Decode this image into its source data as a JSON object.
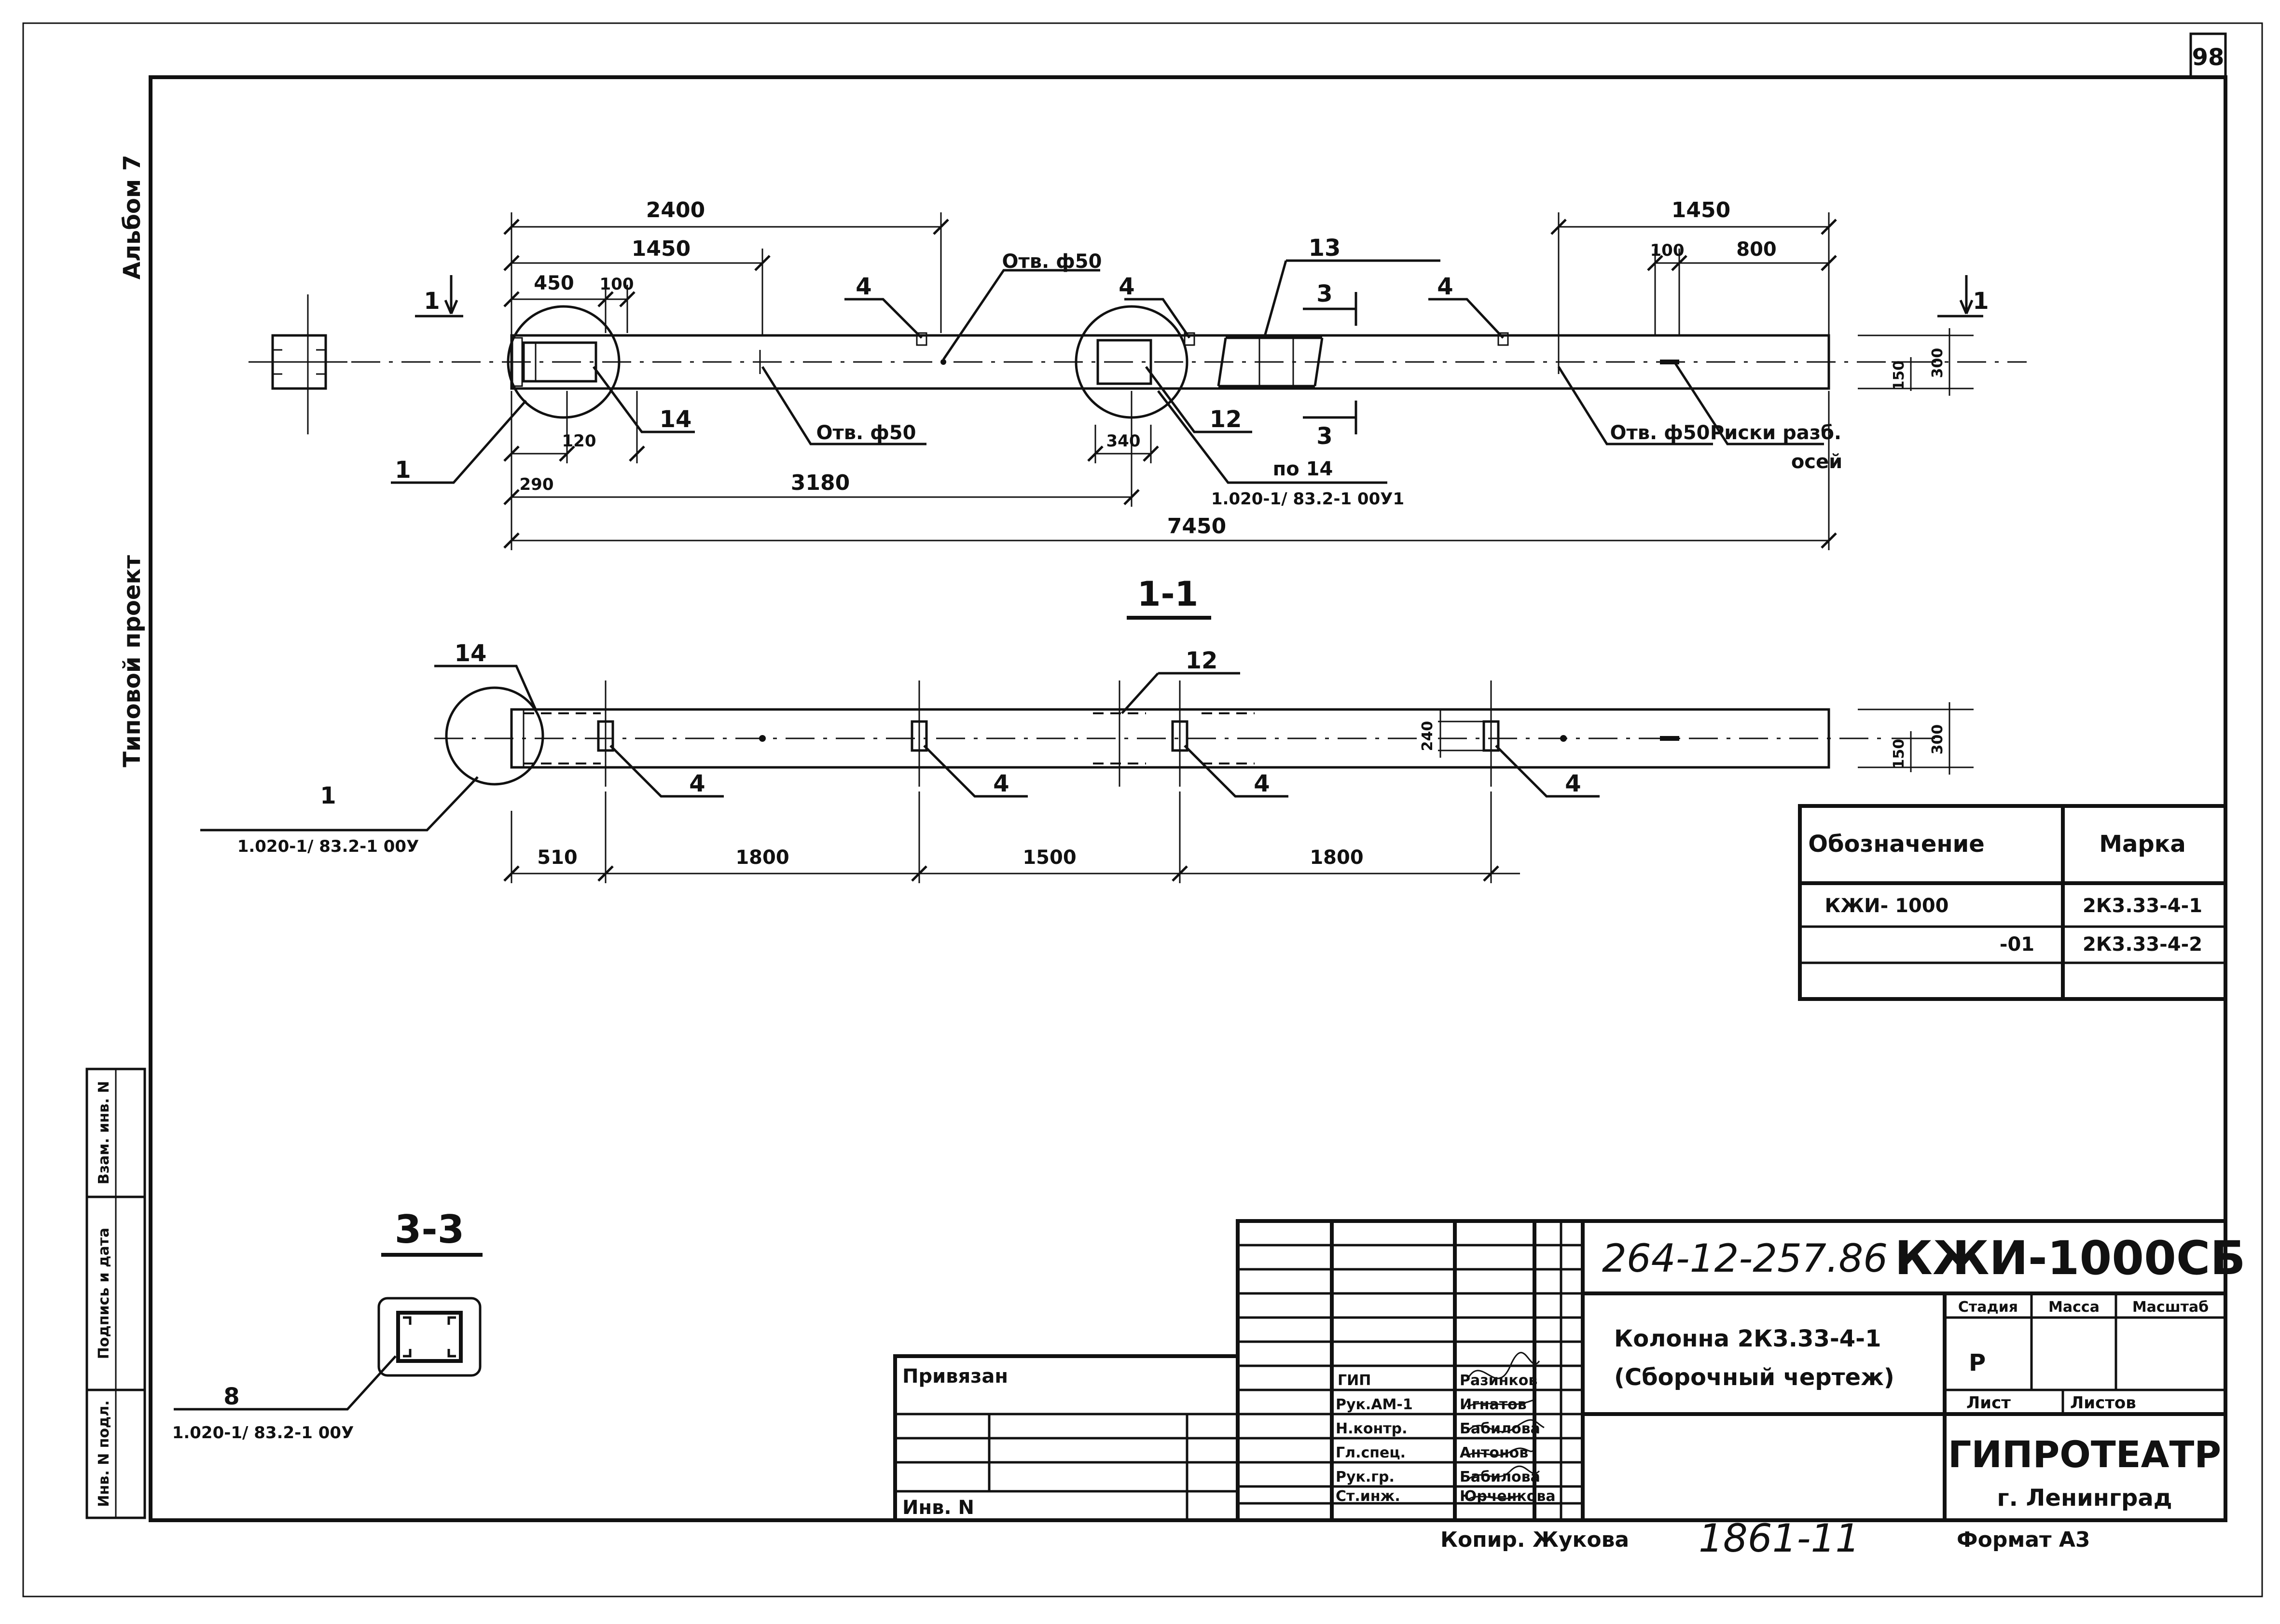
{
  "sheet": {
    "number": "98"
  },
  "side": {
    "album": "Альбом 7",
    "project": "Типовой   проект"
  },
  "left_strip": {
    "inv_orig": "Инв. N подл.",
    "sign_date": "Подпись и дата",
    "inv_repl": "Взам. инв. N"
  },
  "plan": {
    "dims": {
      "d2400": "2400",
      "d1450_left": "1450",
      "d450": "450",
      "d100_left": "100",
      "d120": "120",
      "d290": "290",
      "d3180": "3180",
      "d340": "340",
      "d7450": "7450",
      "d1450_right": "1450",
      "d100_right": "100",
      "d800": "800",
      "d150": "150",
      "d300": "300"
    },
    "labels": {
      "cut1_left": "1",
      "cut1_right": "1",
      "cut3_top": "3",
      "cut3_bottom": "3",
      "p4_a": "4",
      "p4_b": "4",
      "p4_c": "4",
      "p13": "13",
      "p14": "14",
      "p12": "12",
      "p1": "1",
      "hole_top": "Отв. ф50",
      "hole_left": "Отв. ф50",
      "hole_right": "Отв. ф50",
      "risk_1": "Риски  разб.",
      "risk_2": "осей",
      "ref_po": "по 14",
      "ref_doc": "1.020-1/ 83.2-1 00У1"
    }
  },
  "section11": {
    "title": "1-1",
    "dims": {
      "d510": "510",
      "d1800_a": "1800",
      "d1500": "1500",
      "d1800_b": "1800",
      "d240": "240",
      "d150": "150",
      "d300": "300"
    },
    "labels": {
      "p14": "14",
      "p12": "12",
      "p4_a": "4",
      "p4_b": "4",
      "p4_c": "4",
      "p4_d": "4",
      "p1": "1",
      "ref_doc": "1.020-1/ 83.2-1 00У"
    }
  },
  "section33": {
    "title": "3-3",
    "p8": "8",
    "ref_doc": "1.020-1/ 83.2-1 00У"
  },
  "marks_table": {
    "headers": [
      "Обозначение",
      "Марка"
    ],
    "rows": [
      [
        "КЖИ- 1000",
        "2К3.33-4-1"
      ],
      [
        "-01",
        "2К3.33-4-2"
      ],
      [
        "",
        ""
      ]
    ]
  },
  "title_block": {
    "doc_code": "264-12-257.86",
    "mark": "КЖИ-1000СБ",
    "name_1": "Колонна  2К3.33-4-1",
    "name_2": "(Сборочный  чертеж)",
    "stage_h": "Стадия",
    "mass_h": "Масса",
    "scale_h": "Масштаб",
    "stage": "Р",
    "sheet_h": "Лист",
    "sheets_h": "Листов",
    "org": "ГИПРОТЕАТР",
    "city": "г. Ленинград",
    "bound": "Привязан",
    "inv": "Инв. N",
    "roles": [
      {
        "role": "ГИП",
        "name": "Разинков"
      },
      {
        "role": "Рук.АМ-1",
        "name": "Игнатов"
      },
      {
        "role": "Н.контр.",
        "name": "Бабилова"
      },
      {
        "role": "Гл.спец.",
        "name": "Антонов"
      },
      {
        "role": "Рук.гр.",
        "name": "Бабилова"
      },
      {
        "role": "Ст.инж.",
        "name": "Юрченкова"
      }
    ]
  },
  "footer": {
    "copy": "Копир. Жукова",
    "number": "1861-11",
    "format": "Формат А3"
  }
}
